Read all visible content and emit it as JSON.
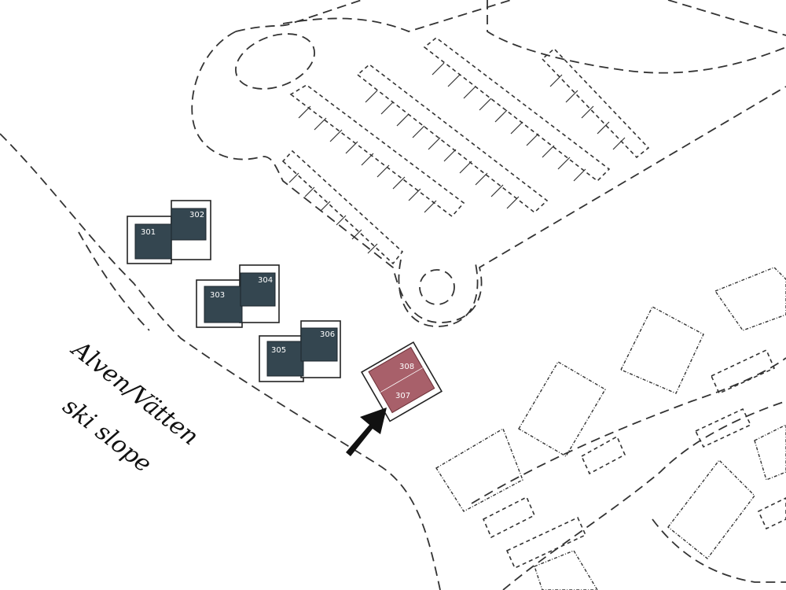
{
  "map": {
    "ski_slope_label_line1": "Alven/Vätten",
    "ski_slope_label_line2": "ski slope",
    "cabins": [
      {
        "id": "301"
      },
      {
        "id": "302"
      },
      {
        "id": "303"
      },
      {
        "id": "304"
      },
      {
        "id": "305"
      },
      {
        "id": "306"
      }
    ],
    "highlighted_units": [
      "307",
      "308"
    ],
    "colors": {
      "cabin": "#344650",
      "highlight": "#a8606a",
      "line": "#333333"
    },
    "icons": {
      "pointer": "arrow-icon"
    }
  }
}
